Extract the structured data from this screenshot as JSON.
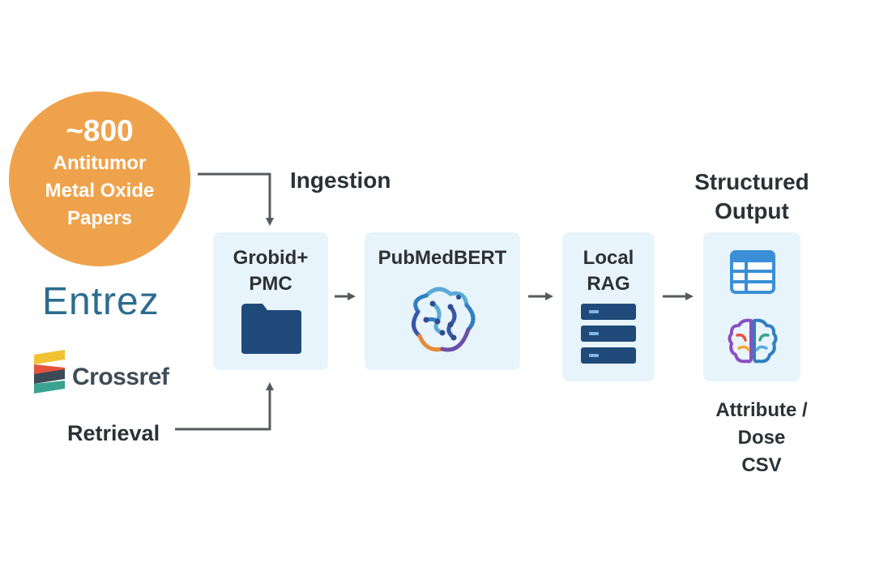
{
  "source": {
    "count": "~800",
    "description": [
      "Antitumor",
      "Metal Oxide",
      "Papers"
    ]
  },
  "logos": {
    "entrez": "Entrez",
    "crossref": "Crossref"
  },
  "labels": {
    "ingestion": "Ingestion",
    "structured_output": [
      "Structured",
      "Output"
    ],
    "retrieval": "Retrieval",
    "output_format": [
      "Attribute /",
      "Dose",
      "CSV"
    ]
  },
  "steps": [
    {
      "title": [
        "Grobid+",
        "PMC"
      ],
      "icon": "folder-icon"
    },
    {
      "title": [
        "PubMedBERT"
      ],
      "icon": "neural-network-icon"
    },
    {
      "title": [
        "Local",
        "RAG"
      ],
      "icon": "server-icon"
    },
    {
      "title": [],
      "icon": "table-icon"
    }
  ],
  "colors": {
    "source_circle": "#efa24c",
    "box_background": "#e8f4fb",
    "entrez": "#2b6d8e",
    "arrow": "#555a5e",
    "icon_dark_blue": "#1f4a7a"
  }
}
